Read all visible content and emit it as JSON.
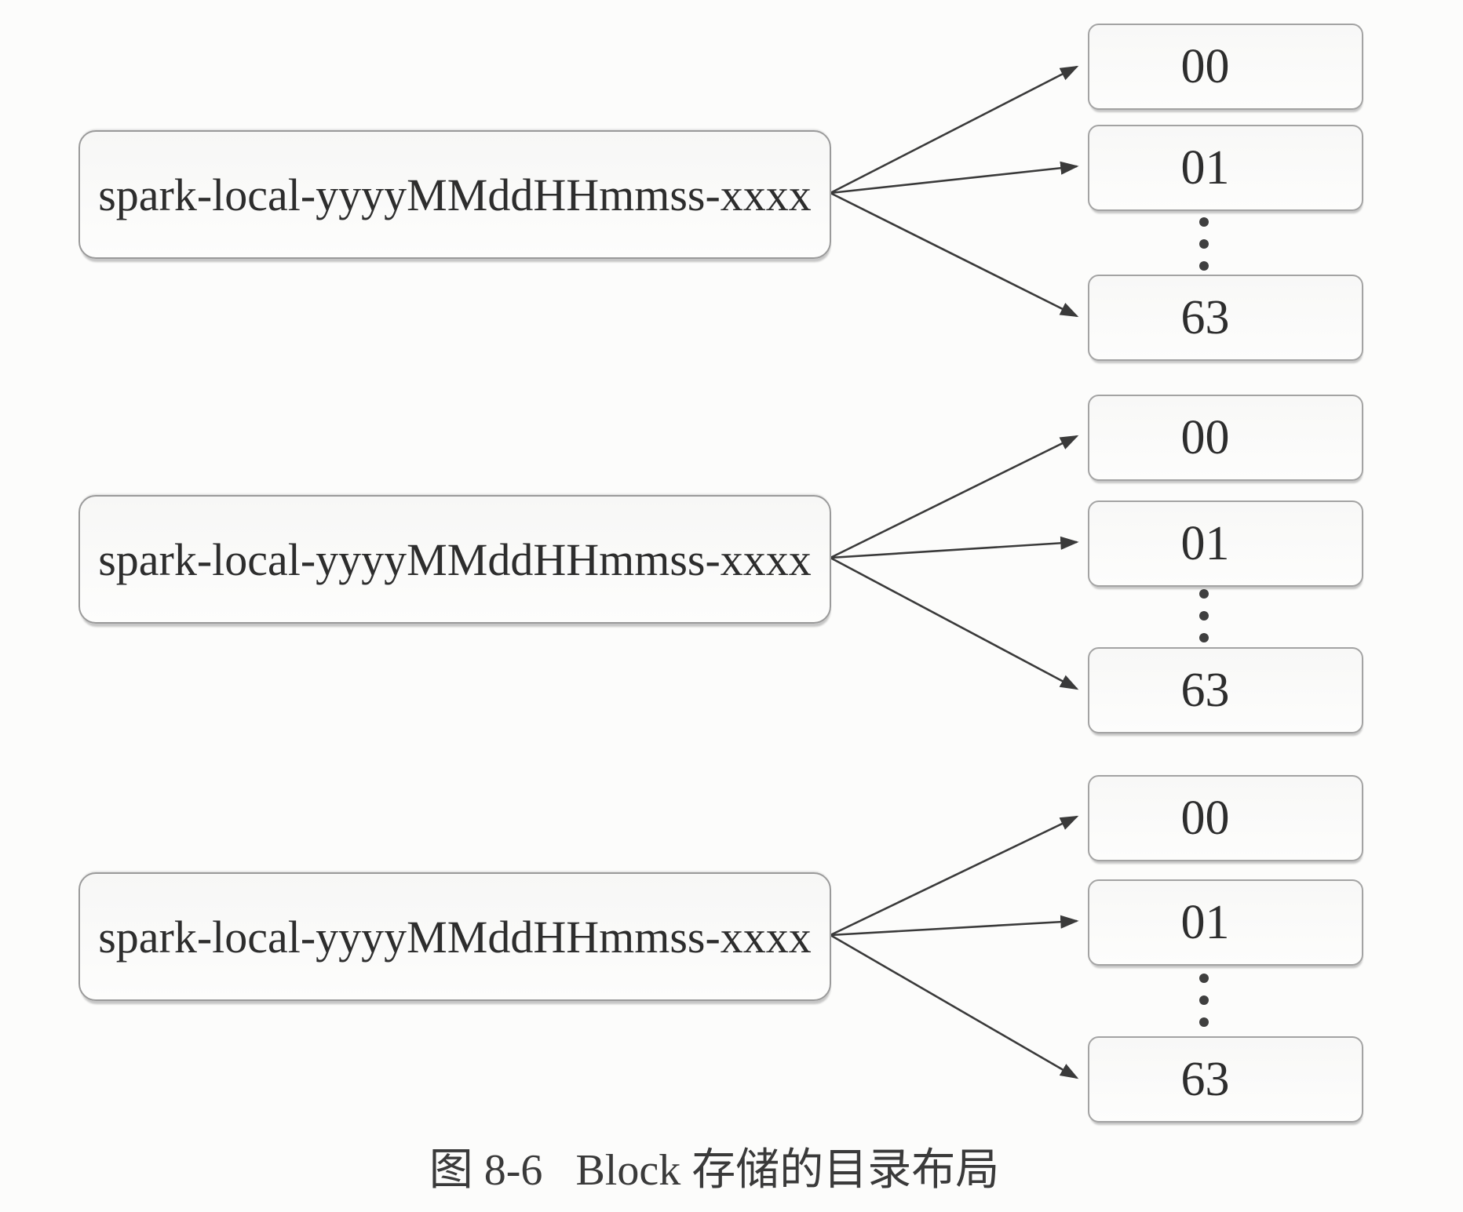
{
  "figure": {
    "caption_label": "图 8-6",
    "caption_title": "Block 存储的目录布局"
  },
  "groups": [
    {
      "source": "spark-local-yyyyMMddHHmmss-xxxx",
      "targets": [
        "00",
        "01",
        "63"
      ]
    },
    {
      "source": "spark-local-yyyyMMddHHmmss-xxxx",
      "targets": [
        "00",
        "01",
        "63"
      ]
    },
    {
      "source": "spark-local-yyyyMMddHHmmss-xxxx",
      "targets": [
        "00",
        "01",
        "63"
      ]
    }
  ],
  "colors": {
    "background": "#fcfcfb",
    "box_border": "#9a9a9a",
    "box_fill": "#fbfbfa",
    "text": "#2d2d2d",
    "arrow": "#3a3a3a"
  }
}
